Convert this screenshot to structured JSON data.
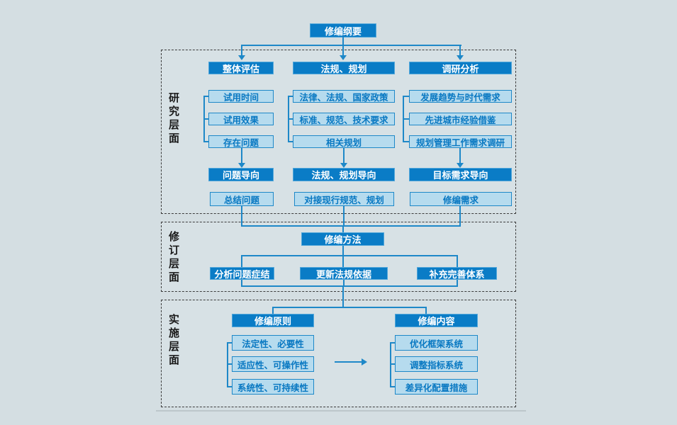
{
  "title": "修编纲要",
  "colors": {
    "dark_box_fill": "#0a7cc6",
    "dark_box_text": "#ffffff",
    "light_box_fill": "#b6dbee",
    "box_border": "#1e88c8",
    "connector_line": "#1e88c8",
    "background": "#d4dee2",
    "section_border": "#3c3c3c",
    "label_text": "#1a1a1a"
  },
  "sections": [
    {
      "label": "研究层面",
      "columns": [
        {
          "header": "整体评估",
          "items": [
            "试用时间",
            "试用效果",
            "存在问题"
          ],
          "orientation": "问题导向",
          "result": "总结问题"
        },
        {
          "header": "法规、规划",
          "items": [
            "法律、法规、国家政策",
            "标准、规范、技术要求",
            "相关规划"
          ],
          "orientation": "法规、规划导向",
          "result": "对接现行规范、规划"
        },
        {
          "header": "调研分析",
          "items": [
            "发展趋势与时代需求",
            "先进城市经验借鉴",
            "规划管理工作需求调研"
          ],
          "orientation": "目标需求导向",
          "result": "修编需求"
        }
      ]
    },
    {
      "label": "修订层面",
      "method": "修编方法",
      "actions": [
        "分析问题症结",
        "更新法规依据",
        "补充完善体系"
      ]
    },
    {
      "label": "实施层面",
      "left_group": {
        "header": "修编原则",
        "items": [
          "法定性、必要性",
          "适应性、可操作性",
          "系统性、可持续性"
        ]
      },
      "right_group": {
        "header": "修编内容",
        "items": [
          "优化框架系统",
          "调整指标系统",
          "差异化配置措施"
        ]
      }
    }
  ]
}
